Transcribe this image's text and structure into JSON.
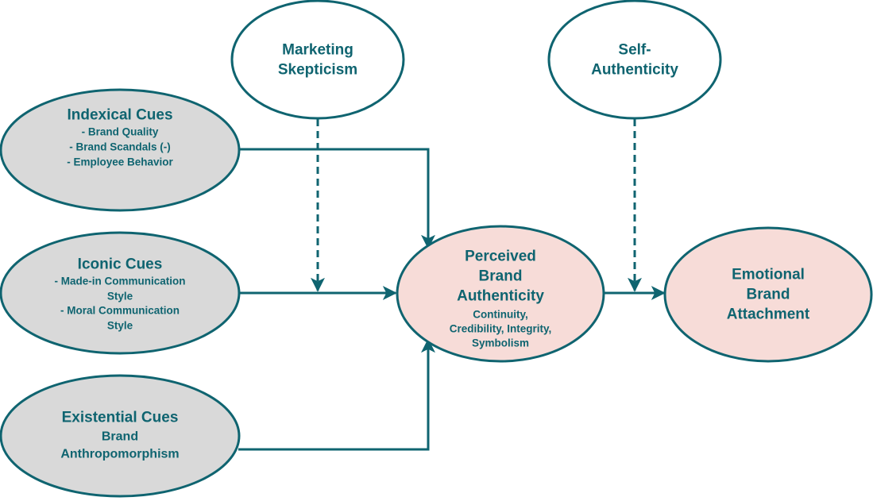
{
  "colors": {
    "stroke": "#0f6470",
    "text": "#0f6470",
    "cue_fill": "#d9d9d9",
    "outcome_fill": "#f7dcd8",
    "moderator_fill": "#ffffff"
  },
  "nodes": {
    "indexical": {
      "title": "Indexical Cues",
      "items": [
        "- Brand Quality",
        "- Brand Scandals (-)",
        "- Employee Behavior"
      ]
    },
    "iconic": {
      "title": "Iconic Cues",
      "items": [
        "- Made-in Communication",
        "Style",
        "- Moral Communication",
        "Style"
      ]
    },
    "existential": {
      "title": "Existential Cues",
      "items": [
        "Brand",
        "Anthropomorphism"
      ]
    },
    "skepticism": {
      "lines": [
        "Marketing",
        "Skepticism"
      ]
    },
    "self_authenticity": {
      "lines": [
        "Self-",
        "Authenticity"
      ]
    },
    "perceived": {
      "title_lines": [
        "Perceived",
        "Brand",
        "Authenticity"
      ],
      "items": [
        "Continuity,",
        "Credibility, Integrity,",
        "Symbolism"
      ]
    },
    "emotional": {
      "lines": [
        "Emotional",
        "Brand",
        "Attachment"
      ]
    }
  }
}
